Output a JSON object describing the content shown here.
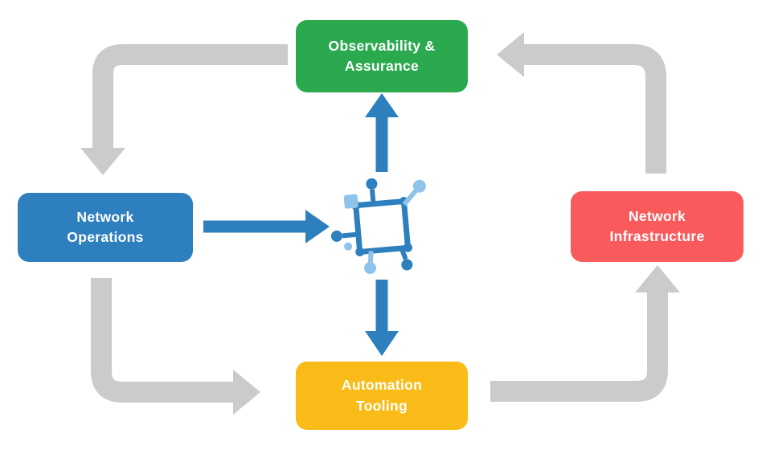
{
  "diagram": {
    "background": "#ffffff",
    "nodes": [
      {
        "id": "observability-assurance",
        "label": "Observability &\nAssurance",
        "color": "#2aa94e"
      },
      {
        "id": "network-operations",
        "label": "Network\nOperations",
        "color": "#2e7fbe"
      },
      {
        "id": "network-infrastructure",
        "label": "Network\nInfrastructure",
        "color": "#f95b5c"
      },
      {
        "id": "automation-tooling",
        "label": "Automation\nTooling",
        "color": "#f9bb17"
      }
    ],
    "center_icon": {
      "name": "network-automation-icon",
      "color_dark": "#2e7fbe",
      "color_light": "#8fc3ea"
    },
    "arrow_colors": {
      "cycle_gray": "#cbcbcb",
      "hub_blue": "#2e7fbe"
    },
    "connections": [
      {
        "from": "observability-assurance",
        "to": "network-operations",
        "style": "gray-cycle"
      },
      {
        "from": "network-operations",
        "to": "automation-tooling",
        "style": "gray-cycle"
      },
      {
        "from": "automation-tooling",
        "to": "network-infrastructure",
        "style": "gray-cycle"
      },
      {
        "from": "network-infrastructure",
        "to": "observability-assurance",
        "style": "gray-cycle"
      },
      {
        "from": "network-operations",
        "to": "center-icon",
        "style": "blue-hub"
      },
      {
        "from": "center-icon",
        "to": "observability-assurance",
        "style": "blue-hub"
      },
      {
        "from": "center-icon",
        "to": "automation-tooling",
        "style": "blue-hub"
      }
    ]
  }
}
